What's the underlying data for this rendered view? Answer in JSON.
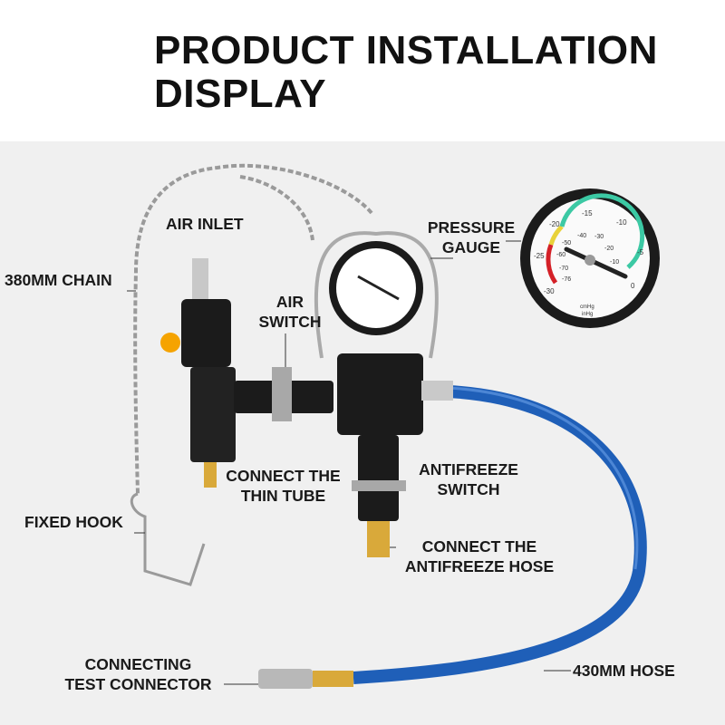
{
  "title": {
    "line1": "PRODUCT INSTALLATION",
    "line2": "DISPLAY"
  },
  "labels": {
    "air_inlet": "AIR INLET",
    "chain": "380MM CHAIN",
    "air_switch": [
      "AIR",
      "SWITCH"
    ],
    "pressure_gauge": [
      "PRESSURE",
      "GAUGE"
    ],
    "thin_tube": [
      "CONNECT THE",
      "THIN TUBE"
    ],
    "antifreeze_switch": [
      "ANTIFREEZE",
      "SWITCH"
    ],
    "fixed_hook": "FIXED HOOK",
    "antifreeze_hose": [
      "CONNECT THE",
      "ANTIFREEZE HOSE"
    ],
    "test_connector": [
      "CONNECTING",
      "TEST CONNECTOR"
    ],
    "hose": "430MM HOSE"
  },
  "gauge": {
    "outer_ticks": [
      "-30",
      "-25",
      "-20",
      "-15",
      "-10",
      "-5",
      "0"
    ],
    "inner_ticks": [
      "-76",
      "-70",
      "-60",
      "-50",
      "-40",
      "-30",
      "-20",
      "-10"
    ],
    "units": [
      "cmHg",
      "inHg"
    ]
  },
  "colors": {
    "hose": "#1f5fb8",
    "body": "#1b1b1b",
    "red": "#d42027",
    "yellow": "#e8d23a",
    "green": "#3cc9a4",
    "brass": "#d9a93a"
  }
}
